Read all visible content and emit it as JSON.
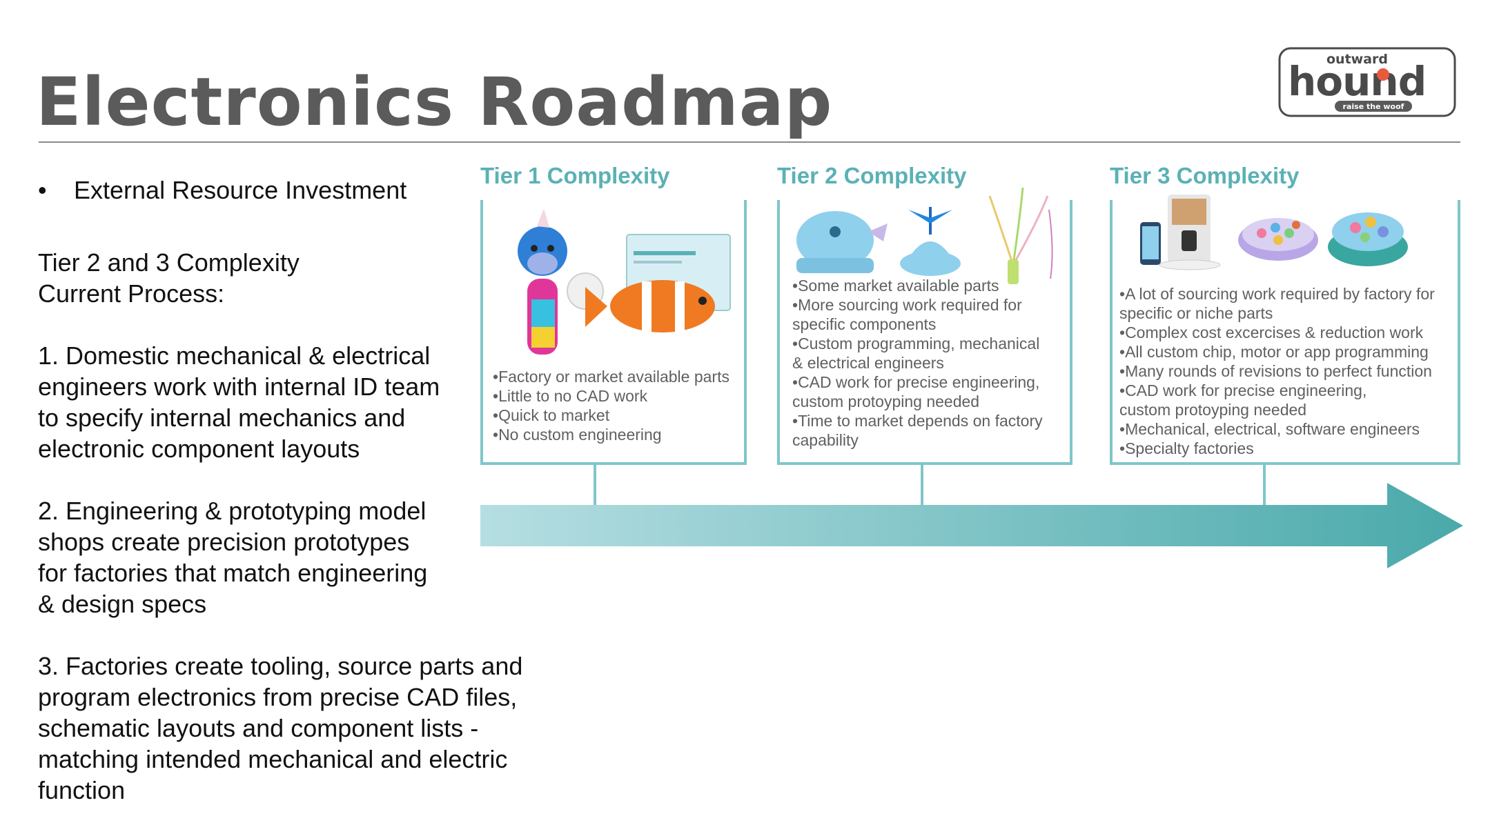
{
  "slide": {
    "title": "Electronics Roadmap",
    "logo": {
      "top_word": "outward",
      "main_word": "hound",
      "tagline": "raise the woof",
      "colors": {
        "main": "#4a4a4a",
        "accent": "#e85a3c",
        "tagline_bg": "#5a5a5a"
      }
    },
    "left": {
      "bullet": "External Resource Investment",
      "process_heading_line1": "Tier 2 and 3 Complexity",
      "process_heading_line2": "Current Process:",
      "step1": [
        "1. Domestic mechanical & electrical",
        "engineers work with internal ID team",
        "to specify internal mechanics and",
        "electronic component layouts"
      ],
      "step2": [
        "2. Engineering & prototyping model",
        "shops create precision prototypes",
        "for factories that match engineering",
        "& design specs"
      ],
      "step3": [
        "3. Factories create tooling, source parts and",
        "program electronics from precise CAD files,",
        "schematic layouts and component lists -",
        "matching intended mechanical and electric",
        "function"
      ]
    },
    "tiers": [
      {
        "title": "Tier 1 Complexity",
        "items": [
          "Factory or market available parts",
          "Little to no CAD work",
          "Quick to market",
          "No custom engineering"
        ]
      },
      {
        "title": "Tier 2 Complexity",
        "items": [
          "Some market available parts",
          "More sourcing work required for specific components",
          "Custom programming, mechanical & electrical engineers",
          "CAD work for precise engineering, custom protoyping needed",
          "Time to market depends on factory capability"
        ]
      },
      {
        "title": "Tier 3 Complexity",
        "items": [
          "A lot of sourcing work required by factory for specific or niche parts",
          "Complex cost excercises & reduction work",
          "All custom chip, motor or app programming",
          "Many rounds of revisions to perfect function",
          "CAD work for precise engineering, custom protoyping needed",
          "Mechanical, electrical, software engineers",
          "Specialty factories"
        ]
      }
    ],
    "colors": {
      "title": "#5b5b5b",
      "accent": "#5ab1b5",
      "box_border": "#7fc6c9",
      "arrow_start": "#b5dee2",
      "arrow_end": "#4aa9aa"
    }
  }
}
